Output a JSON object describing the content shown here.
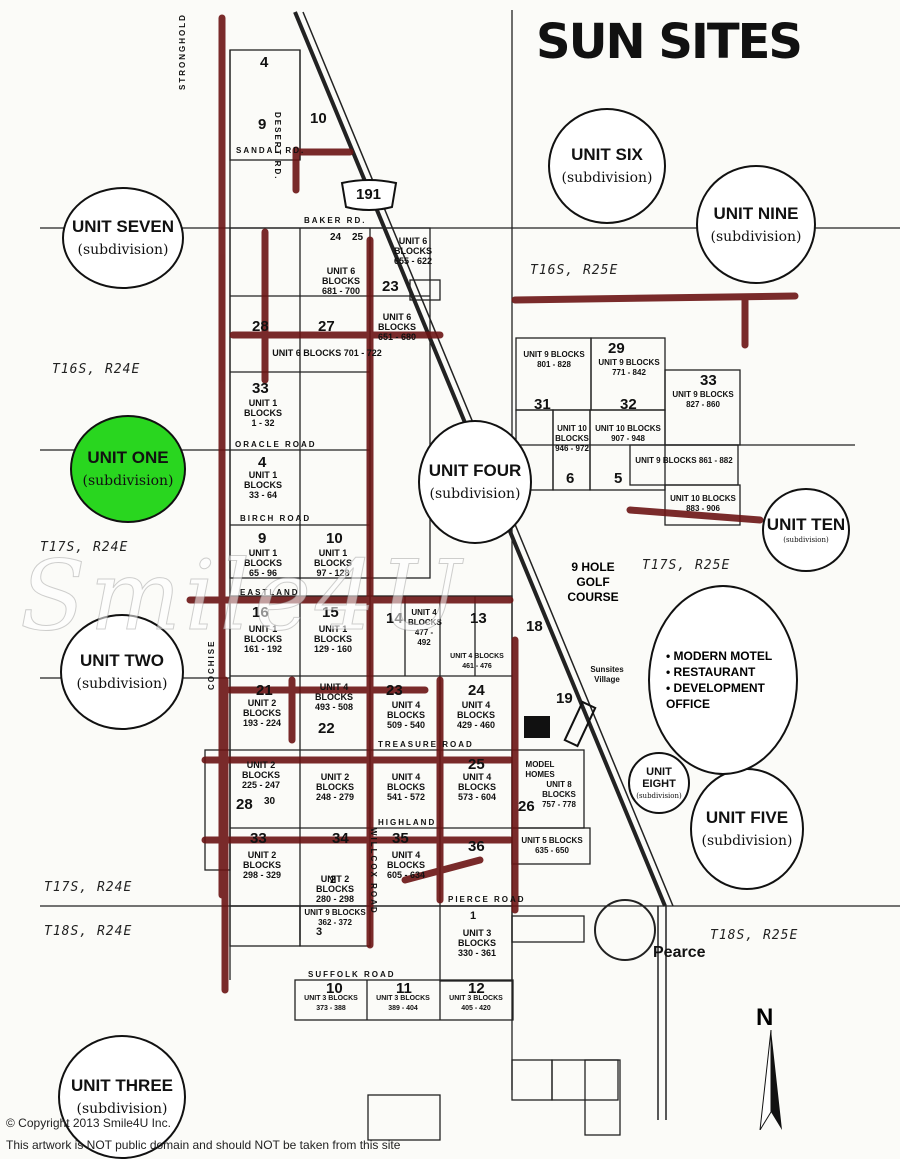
{
  "logo": "SUN SITES",
  "highway": "191",
  "callouts": {
    "unit_one": {
      "title": "UNIT ONE",
      "sub": "(subdivision)"
    },
    "unit_two": {
      "title": "UNIT TWO",
      "sub": "(subdivision)"
    },
    "unit_three": {
      "title": "UNIT THREE",
      "sub": "(subdivision)"
    },
    "unit_four": {
      "title": "UNIT FOUR",
      "sub": "(subdivision)"
    },
    "unit_five": {
      "title": "UNIT FIVE",
      "sub": "(subdivision)"
    },
    "unit_six": {
      "title": "UNIT SIX",
      "sub": "(subdivision)"
    },
    "unit_seven": {
      "title": "UNIT SEVEN",
      "sub": "(subdivision)"
    },
    "unit_eight": {
      "title": "UNIT EIGHT",
      "sub": "(subdivision)"
    },
    "unit_nine": {
      "title": "UNIT NINE",
      "sub": "(subdivision)"
    },
    "unit_ten": {
      "title": "UNIT TEN",
      "sub": "(subdivision)"
    }
  },
  "amenities": [
    "• MODERN MOTEL",
    "• RESTAURANT",
    "• DEVELOPMENT OFFICE"
  ],
  "golf": "9 HOLE GOLF COURSE",
  "village": "Sunsites Village",
  "model_homes": "MODEL HOMES",
  "town": "Pearce",
  "north": "N",
  "townships": {
    "t16_r24": "T16S, R24E",
    "t16_r25": "T16S, R25E",
    "t17_r24_a": "T17S, R24E",
    "t17_r25": "T17S, R25E",
    "t17_r24_b": "T17S, R24E",
    "t18_r24": "T18S, R24E",
    "t18_r25": "T18S, R25E"
  },
  "roads": {
    "sandal": "SANDAL RD.",
    "baker": "BAKER RD.",
    "oracle": "ORACLE ROAD",
    "birch": "BIRCH ROAD",
    "eastland": "EASTLAND",
    "treasure": "TREASURE ROAD",
    "highland": "HIGHLAND",
    "pierce": "PIERCE ROAD",
    "suffolk": "SUFFOLK ROAD",
    "stronghold": "STRONGHOLD",
    "cochise": "COCHISE",
    "desert": "DESERT RD.",
    "willcox": "WILLCOX ROAD"
  },
  "sections": [
    "4",
    "9",
    "10",
    "24",
    "25",
    "23",
    "28",
    "27",
    "33",
    "4",
    "9",
    "10",
    "16",
    "15",
    "14",
    "13",
    "18",
    "19",
    "21",
    "22",
    "23",
    "24",
    "25",
    "26",
    "28",
    "30",
    "33",
    "34",
    "35",
    "36",
    "1",
    "2",
    "3",
    "10",
    "11",
    "12",
    "29",
    "31",
    "32",
    "33",
    "5",
    "6"
  ],
  "blocks": [
    {
      "unit": "UNIT 6 BLOCKS",
      "range": "655 - 622"
    },
    {
      "unit": "UNIT 6 BLOCKS",
      "range": "681 - 700"
    },
    {
      "unit": "UNIT 6 BLOCKS",
      "range": "651 - 680"
    },
    {
      "unit": "UNIT 6 BLOCKS",
      "range": "701 - 722"
    },
    {
      "unit": "UNIT 1 BLOCKS",
      "range": "1 - 32"
    },
    {
      "unit": "UNIT 1 BLOCKS",
      "range": "33 - 64"
    },
    {
      "unit": "UNIT 1 BLOCKS",
      "range": "65 - 96"
    },
    {
      "unit": "UNIT 1 BLOCKS",
      "range": "97 - 128"
    },
    {
      "unit": "UNIT 1 BLOCKS",
      "range": "161 - 192"
    },
    {
      "unit": "UNIT 1 BLOCKS",
      "range": "129 - 160"
    },
    {
      "unit": "UNIT 4 BLOCKS",
      "range": "477 - 492"
    },
    {
      "unit": "UNIT 4 BLOCKS",
      "range": "461 - 476"
    },
    {
      "unit": "UNIT 2 BLOCKS",
      "range": "193 - 224"
    },
    {
      "unit": "UNIT 4 BLOCKS",
      "range": "493 - 508"
    },
    {
      "unit": "UNIT 4 BLOCKS",
      "range": "509 - 540"
    },
    {
      "unit": "UNIT 4 BLOCKS",
      "range": "429 - 460"
    },
    {
      "unit": "UNIT 2 BLOCKS",
      "range": "225 - 247"
    },
    {
      "unit": "UNIT 2 BLOCKS",
      "range": "248 - 279"
    },
    {
      "unit": "UNIT 4 BLOCKS",
      "range": "541 - 572"
    },
    {
      "unit": "UNIT 4 BLOCKS",
      "range": "573 - 604"
    },
    {
      "unit": "UNIT 8 BLOCKS",
      "range": "757 - 778"
    },
    {
      "unit": "UNIT 2 BLOCKS",
      "range": "298 - 329"
    },
    {
      "unit": "UNIT 2 BLOCKS",
      "range": "280 - 298"
    },
    {
      "unit": "UNIT 4 BLOCKS",
      "range": "605 - 634"
    },
    {
      "unit": "UNIT 5 BLOCKS",
      "range": "635 - 650"
    },
    {
      "unit": "UNIT 9 BLOCKS",
      "range": "362 - 372"
    },
    {
      "unit": "UNIT 3 BLOCKS",
      "range": "330 - 361"
    },
    {
      "unit": "UNIT 3 BLOCKS",
      "range": "373 - 388"
    },
    {
      "unit": "UNIT 3 BLOCKS",
      "range": "389 - 404"
    },
    {
      "unit": "UNIT 3 BLOCKS",
      "range": "405 - 420"
    },
    {
      "unit": "UNIT 9 BLOCKS",
      "range": "801 - 828"
    },
    {
      "unit": "UNIT 9 BLOCKS",
      "range": "771 - 842"
    },
    {
      "unit": "UNIT 9 BLOCKS",
      "range": "827 - 860"
    },
    {
      "unit": "UNIT 10 BLOCKS",
      "range": "946 - 972"
    },
    {
      "unit": "UNIT 10 BLOCKS",
      "range": "907 - 948"
    },
    {
      "unit": "UNIT 9 BLOCKS",
      "range": "861 - 882"
    },
    {
      "unit": "UNIT 10 BLOCKS",
      "range": "883 - 906"
    }
  ],
  "copyright": "© Copyright 2013 Smile4U Inc.",
  "notice": "This artwork is NOT public domain and should NOT be taken from this site",
  "watermark": "Smile4U"
}
